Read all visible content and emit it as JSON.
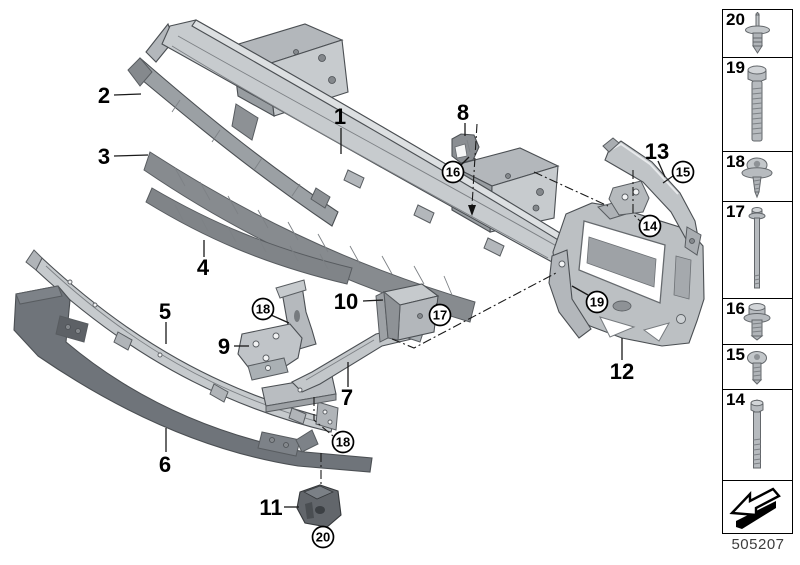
{
  "footer": {
    "code": "505207"
  },
  "sidebar": {
    "items": [
      {
        "num": "20",
        "icon": "expanding-rivet-icon"
      },
      {
        "num": "19",
        "icon": "hex-bolt-long-icon"
      },
      {
        "num": "18",
        "icon": "washer-torx-screw-icon"
      },
      {
        "num": "17",
        "icon": "long-thin-bolt-icon"
      },
      {
        "num": "16",
        "icon": "flange-hex-bolt-icon"
      },
      {
        "num": "15",
        "icon": "pan-head-screw-icon"
      },
      {
        "num": "14",
        "icon": "hex-bolt-medium-icon"
      }
    ],
    "direction_box": {
      "icon": "direction-arrow-icon"
    }
  },
  "diagram": {
    "part_labels": [
      {
        "text": "1"
      },
      {
        "text": "2"
      },
      {
        "text": "3"
      },
      {
        "text": "4"
      },
      {
        "text": "5"
      },
      {
        "text": "6"
      },
      {
        "text": "7"
      },
      {
        "text": "8"
      },
      {
        "text": "9"
      },
      {
        "text": "10"
      },
      {
        "text": "11"
      },
      {
        "text": "12"
      },
      {
        "text": "13"
      }
    ],
    "callouts": [
      {
        "text": "16"
      },
      {
        "text": "15"
      },
      {
        "text": "14"
      },
      {
        "text": "19"
      },
      {
        "text": "18"
      },
      {
        "text": "17"
      },
      {
        "text": "18"
      },
      {
        "text": "20"
      }
    ],
    "colors": {
      "background": "#ffffff",
      "line": "#1a1a1a",
      "metal_light": "#c7cbce",
      "metal_mid": "#b3b7bb",
      "metal_dark": "#989da1",
      "foam": "#85898d",
      "dark_part": "#6f747a"
    }
  }
}
